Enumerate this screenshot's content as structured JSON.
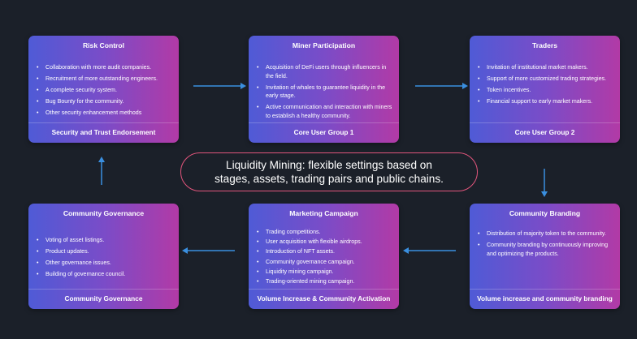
{
  "cards": [
    {
      "title": "Risk Control",
      "items": [
        "Collaboration with more audit companies.",
        "Recruitment of more outstanding engineers.",
        "A complete security system.",
        "Bug Bounty for the community.",
        "Other security enhancement methods"
      ],
      "footer": "Security and Trust Endorsement"
    },
    {
      "title": "Miner Participation",
      "items": [
        "Acquisition of DeFi users through influencers in the field.",
        "Invitation of whales to guarantee liquidity in the early stage.",
        "Active communication and interaction with miners to establish a healthy community."
      ],
      "footer": "Core User Group 1"
    },
    {
      "title": "Traders",
      "items": [
        "Invitation of institutional market makers.",
        "Support of more customized trading strategies.",
        "Token incentives.",
        "Financial support to early market makers."
      ],
      "footer": "Core User Group 2"
    },
    {
      "title": "Community Governance",
      "items": [
        "Voting of asset listings.",
        "Product updates.",
        "Other governance issues.",
        "Building of governance council."
      ],
      "footer": "Community Governance"
    },
    {
      "title": "Marketing Campaign",
      "items": [
        "Trading competitions.",
        "User acquisition with flexible airdrops.",
        "Introduction of NFT assets.",
        "Community governance campaign.",
        "Liquidity mining campaign.",
        "Trading-oriented mining campaign."
      ],
      "footer": "Volume Increase & Community Activation"
    },
    {
      "title": "Community Branding",
      "items": [
        "Distribution of majority token to the community.",
        "Community branding by continuously improving and optimizing the products."
      ],
      "footer": "Volume increase and community branding"
    }
  ],
  "center": {
    "line1": "Liquidity Mining: flexible settings based on",
    "line2": "stages, assets, trading pairs and public chains."
  },
  "colors": {
    "background": "#1b2029",
    "card_gradient_start": "#4f5bd6",
    "card_gradient_end": "#b23aa6",
    "pill_border": "#e2557c",
    "arrow": "#3a8fe0"
  },
  "icons": {
    "arrow": "arrow-icon"
  }
}
